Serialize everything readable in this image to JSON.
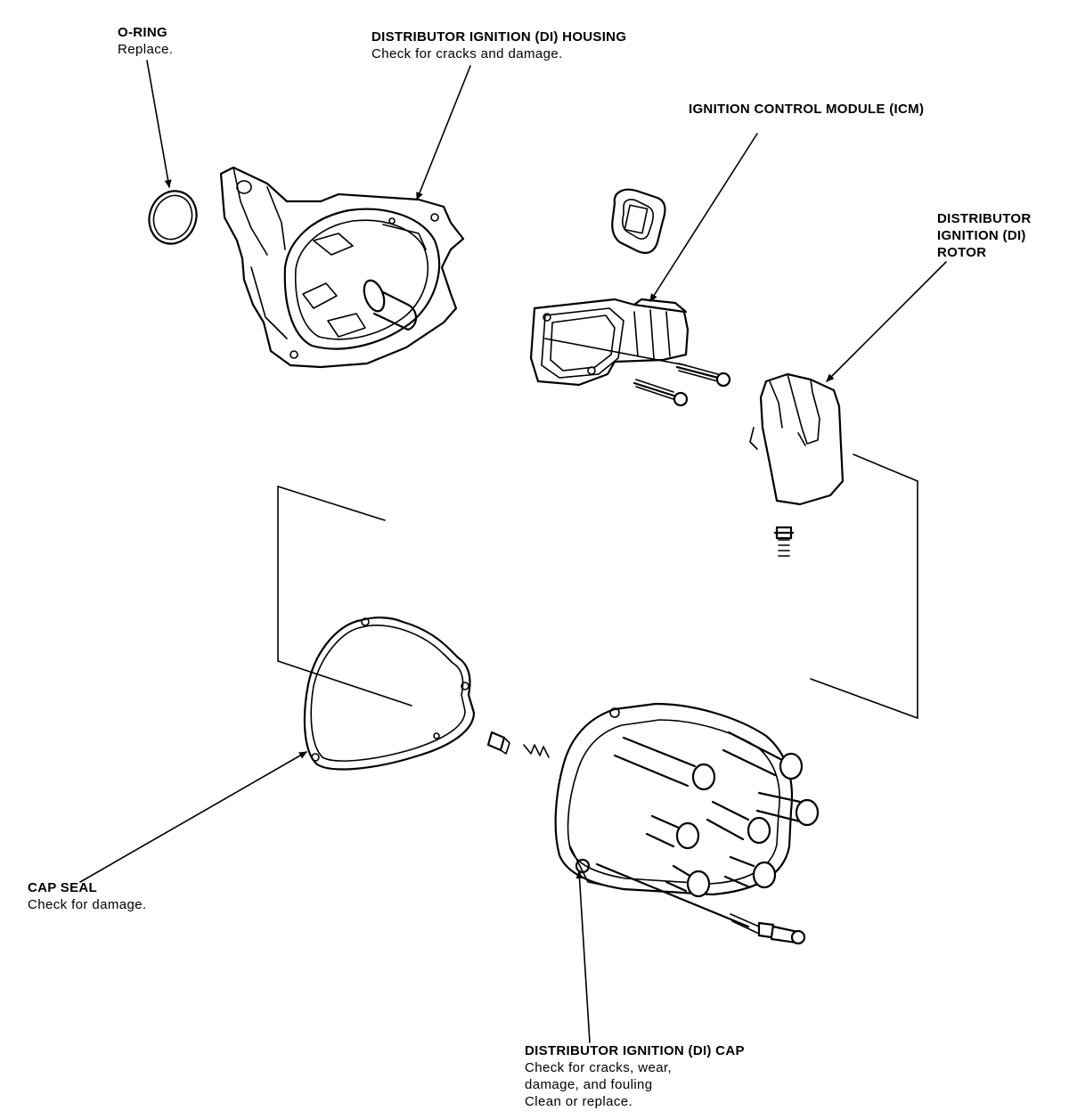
{
  "labels": {
    "o_ring": {
      "title": "O-RING",
      "note": "Replace."
    },
    "housing": {
      "title": "DISTRIBUTOR IGNITION (DI) HOUSING",
      "note": "Check for cracks and damage."
    },
    "icm": {
      "title": "IGNITION CONTROL MODULE (ICM)"
    },
    "rotor": {
      "line1": "DISTRIBUTOR",
      "line2": "IGNITION (DI)",
      "line3": "ROTOR"
    },
    "cap_seal": {
      "title": "CAP SEAL",
      "note": "Check for damage."
    },
    "cap": {
      "title": "DISTRIBUTOR IGNITION (DI) CAP",
      "note1": "Check for cracks, wear,",
      "note2": "damage, and fouling",
      "note3": "Clean or replace."
    }
  }
}
